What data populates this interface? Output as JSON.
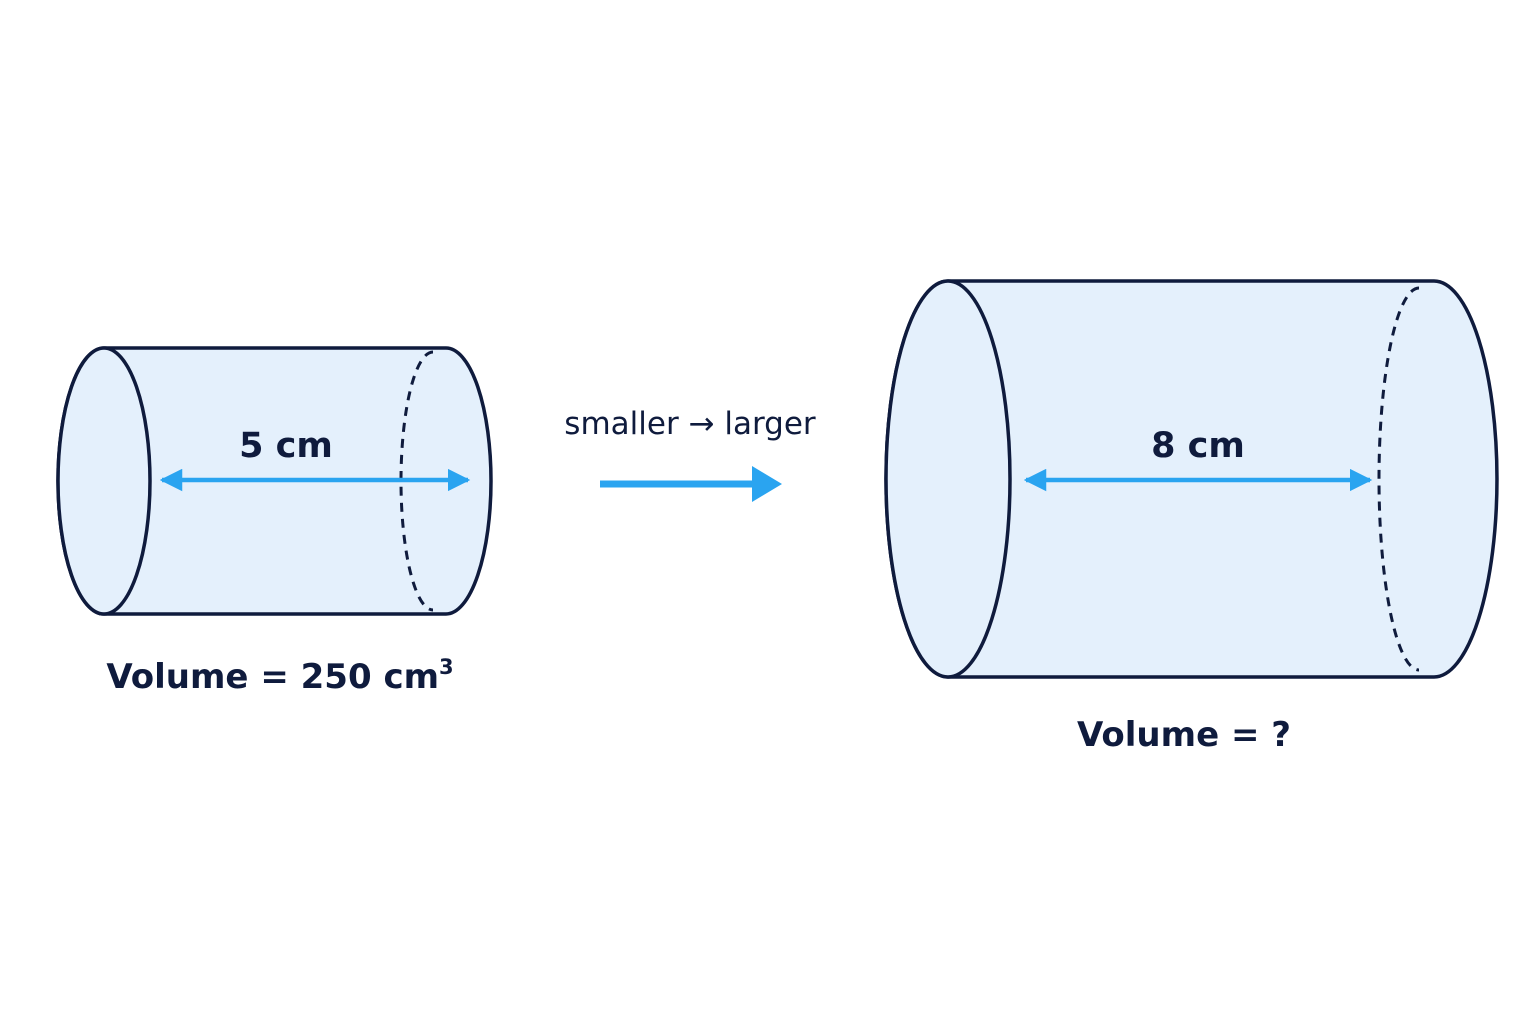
{
  "colors": {
    "outline": "#0f1b3d",
    "fill": "#e4f0fc",
    "accent": "#2aa4f0",
    "text": "#0f1b3d",
    "background": "#ffffff"
  },
  "small_cylinder": {
    "length_label": "5 cm",
    "volume_prefix": "Volume = 250 cm",
    "volume_exponent": "3"
  },
  "large_cylinder": {
    "length_label": "8 cm",
    "volume_label": "Volume = ?"
  },
  "transition": {
    "label": "smaller → larger"
  }
}
